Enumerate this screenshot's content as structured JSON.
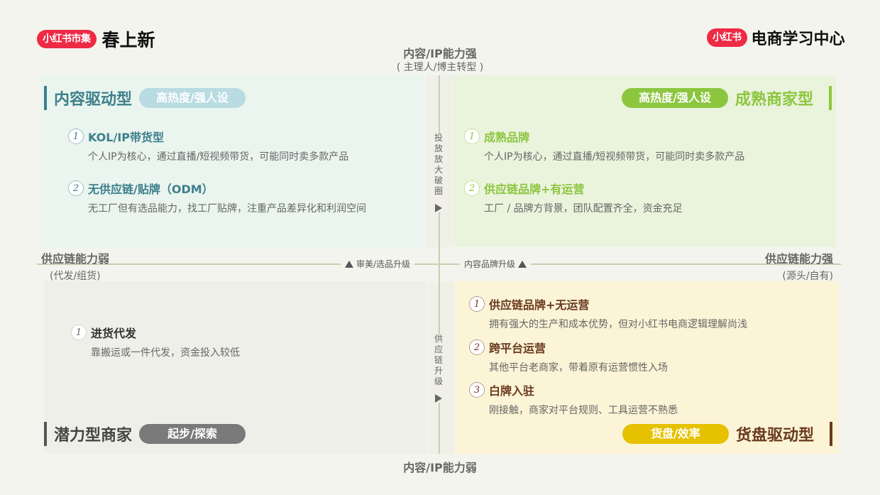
{
  "header": {
    "left_badge": "小红书市集",
    "left_title": "春上新",
    "right_badge": "小红书",
    "right_title": "电商学习中心"
  },
  "axes": {
    "top_main": "内容/IP能力强",
    "top_sub": "( 主理人/博主转型 )",
    "bottom_main": "内容/IP能力弱",
    "left_main": "供应链能力弱",
    "left_sub": "(代发/组货)",
    "right_main": "供应链能力强",
    "right_sub": "(源头/自有)",
    "arrow_left_label": "审美/选品升级",
    "arrow_right_label": "内容品牌升级",
    "vertical_top_label": [
      "投",
      "放",
      "放",
      "大",
      "破",
      "圈"
    ],
    "vertical_bottom_label": [
      "供",
      "应",
      "链",
      "升",
      "级"
    ]
  },
  "quadrants": {
    "top_left": {
      "title": "内容驱动型",
      "tag": "高热度/强人设",
      "color": "#3e7f8c",
      "items": [
        {
          "num": "1",
          "title": "KOL/IP带货型",
          "desc": "个人IP为核心，通过直播/短视频带货，可能同时卖多款产品"
        },
        {
          "num": "2",
          "title": "无供应链/贴牌（ODM）",
          "desc": "无工厂但有选品能力，找工厂贴牌，注重产品差异化和利润空间"
        }
      ]
    },
    "top_right": {
      "title": "成熟商家型",
      "tag": "高热度/强人设",
      "color": "#8cc63f",
      "items": [
        {
          "num": "1",
          "title": "成熟品牌",
          "desc": "个人IP为核心，通过直播/短视频带货，可能同时卖多款产品"
        },
        {
          "num": "2",
          "title": "供应链品牌+有运营",
          "desc": "工厂 / 品牌方背景，团队配置齐全，资金充足"
        }
      ]
    },
    "bottom_left": {
      "title": "潜力型商家",
      "tag": "起步/探索",
      "color": "#555555",
      "items": [
        {
          "num": "1",
          "title": "进货代发",
          "desc": "靠搬运或一件代发，资金投入较低"
        }
      ]
    },
    "bottom_right": {
      "title": "货盘驱动型",
      "tag": "货盘/效率",
      "color": "#6b3a1f",
      "tag_color": "#e6c100",
      "items": [
        {
          "num": "1",
          "title": "供应链品牌+无运营",
          "desc": "拥有强大的生产和成本优势，但对小红书电商逻辑理解尚浅"
        },
        {
          "num": "2",
          "title": "跨平台运营",
          "desc": "其他平台老商家，带着原有运营惯性入场"
        },
        {
          "num": "3",
          "title": "白牌入驻",
          "desc": "刚接触，商家对平台规则、工具运营不熟悉"
        }
      ]
    }
  }
}
